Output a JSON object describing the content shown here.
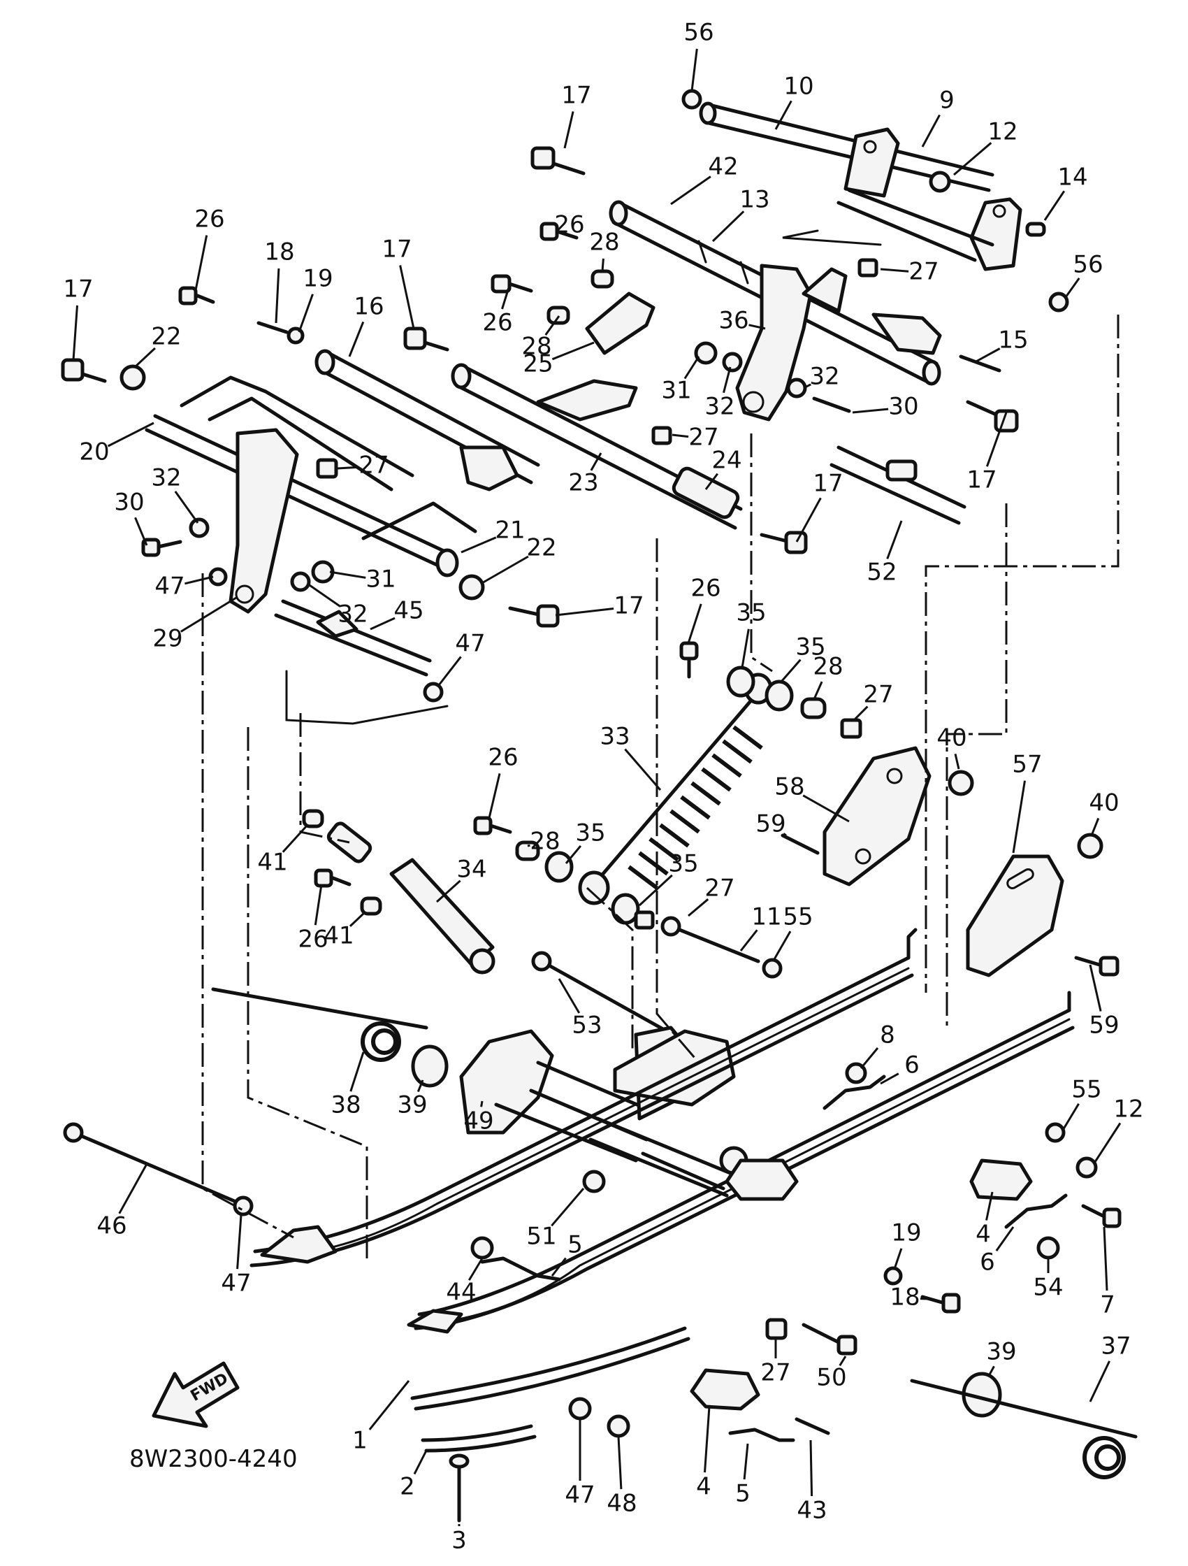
{
  "diagram_code": "8W2300-4240",
  "fwd_label": "FWD",
  "callouts": [
    {
      "label": "56"
    },
    {
      "label": "10"
    },
    {
      "label": "17"
    },
    {
      "label": "9"
    },
    {
      "label": "12"
    },
    {
      "label": "14"
    },
    {
      "label": "42"
    },
    {
      "label": "13"
    },
    {
      "label": "26"
    },
    {
      "label": "28"
    },
    {
      "label": "27"
    },
    {
      "label": "56"
    },
    {
      "label": "26"
    },
    {
      "label": "18"
    },
    {
      "label": "19"
    },
    {
      "label": "17"
    },
    {
      "label": "17"
    },
    {
      "label": "16"
    },
    {
      "label": "26"
    },
    {
      "label": "28"
    },
    {
      "label": "36"
    },
    {
      "label": "15"
    },
    {
      "label": "22"
    },
    {
      "label": "25"
    },
    {
      "label": "31"
    },
    {
      "label": "32"
    },
    {
      "label": "32"
    },
    {
      "label": "30"
    },
    {
      "label": "20"
    },
    {
      "label": "27"
    },
    {
      "label": "27"
    },
    {
      "label": "17"
    },
    {
      "label": "23"
    },
    {
      "label": "24"
    },
    {
      "label": "30"
    },
    {
      "label": "32"
    },
    {
      "label": "21"
    },
    {
      "label": "17"
    },
    {
      "label": "52"
    },
    {
      "label": "47"
    },
    {
      "label": "31"
    },
    {
      "label": "22"
    },
    {
      "label": "29"
    },
    {
      "label": "32"
    },
    {
      "label": "45"
    },
    {
      "label": "17"
    },
    {
      "label": "47"
    },
    {
      "label": "26"
    },
    {
      "label": "35"
    },
    {
      "label": "35"
    },
    {
      "label": "28"
    },
    {
      "label": "27"
    },
    {
      "label": "40"
    },
    {
      "label": "33"
    },
    {
      "label": "57"
    },
    {
      "label": "26"
    },
    {
      "label": "58"
    },
    {
      "label": "40"
    },
    {
      "label": "28"
    },
    {
      "label": "35"
    },
    {
      "label": "59"
    },
    {
      "label": "34"
    },
    {
      "label": "35"
    },
    {
      "label": "27"
    },
    {
      "label": "41"
    },
    {
      "label": "11"
    },
    {
      "label": "55"
    },
    {
      "label": "26"
    },
    {
      "label": "41"
    },
    {
      "label": "59"
    },
    {
      "label": "53"
    },
    {
      "label": "8"
    },
    {
      "label": "6"
    },
    {
      "label": "38"
    },
    {
      "label": "39"
    },
    {
      "label": "55"
    },
    {
      "label": "12"
    },
    {
      "label": "49"
    },
    {
      "label": "46"
    },
    {
      "label": "51"
    },
    {
      "label": "5"
    },
    {
      "label": "19"
    },
    {
      "label": "4"
    },
    {
      "label": "6"
    },
    {
      "label": "47"
    },
    {
      "label": "44"
    },
    {
      "label": "18"
    },
    {
      "label": "54"
    },
    {
      "label": "7"
    },
    {
      "label": "39"
    },
    {
      "label": "37"
    },
    {
      "label": "1"
    },
    {
      "label": "27"
    },
    {
      "label": "50"
    },
    {
      "label": "2"
    },
    {
      "label": "4"
    },
    {
      "label": "47"
    },
    {
      "label": "48"
    },
    {
      "label": "5"
    },
    {
      "label": "43"
    },
    {
      "label": "3"
    }
  ]
}
